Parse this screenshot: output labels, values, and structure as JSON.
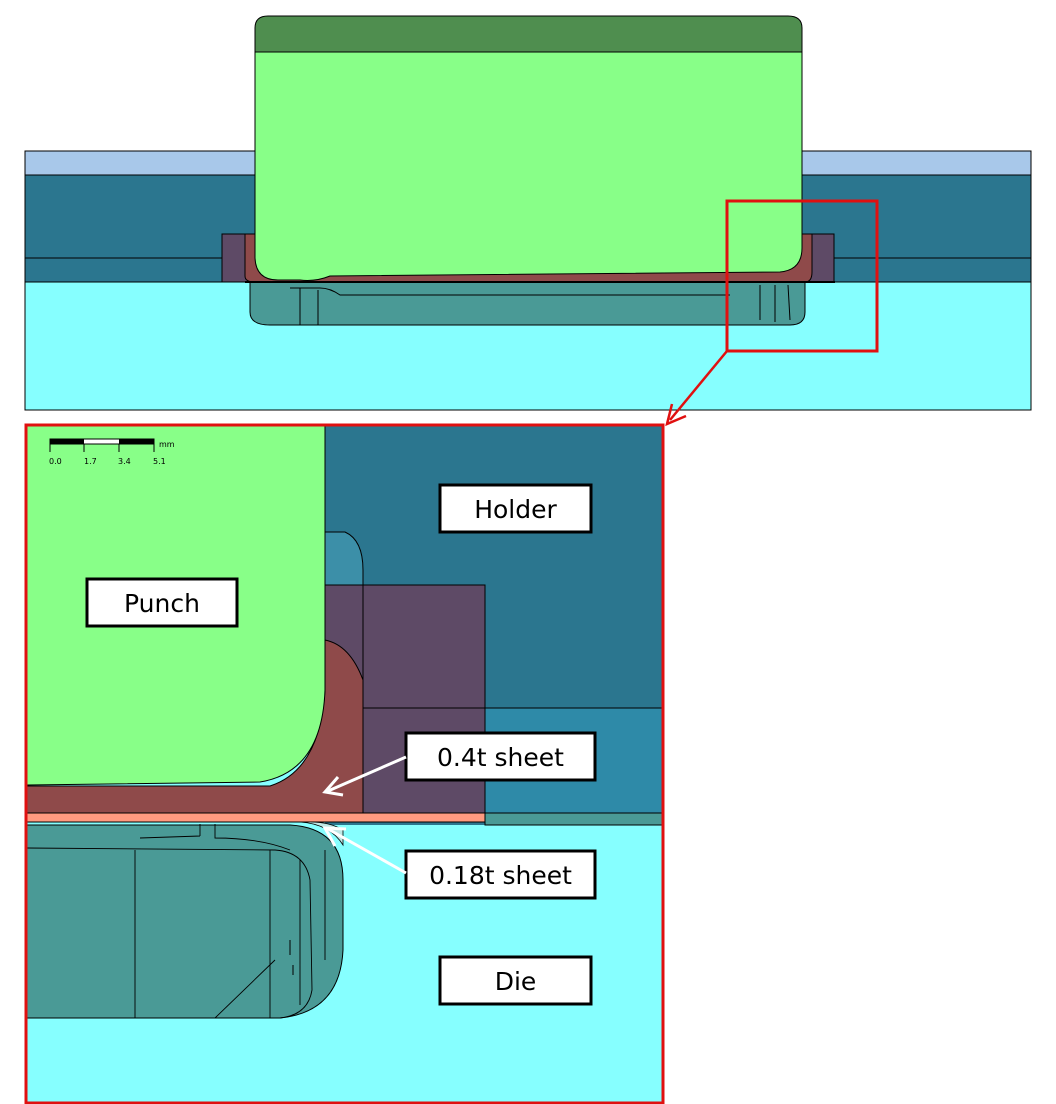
{
  "labels": {
    "holder": "Holder",
    "punch": "Punch",
    "sheet_thick": "0.4t sheet",
    "sheet_thin": "0.18t sheet",
    "die": "Die"
  },
  "scale_bar": {
    "unit": "mm",
    "ticks": [
      "0.0",
      "1.7",
      "3.4",
      "5.1"
    ]
  },
  "colors": {
    "punch": "#88ff88",
    "punch_top": "#4f8e4f",
    "holder": "#2b768f",
    "holder_top": "#a8c8ea",
    "die": "#86ffff",
    "die_body": "#4a9a96",
    "sheet_thick": "#8f4a4a",
    "sheet_thin": "#ff9a80",
    "overlay": "#5e4a66",
    "highlight": "#e01010"
  }
}
